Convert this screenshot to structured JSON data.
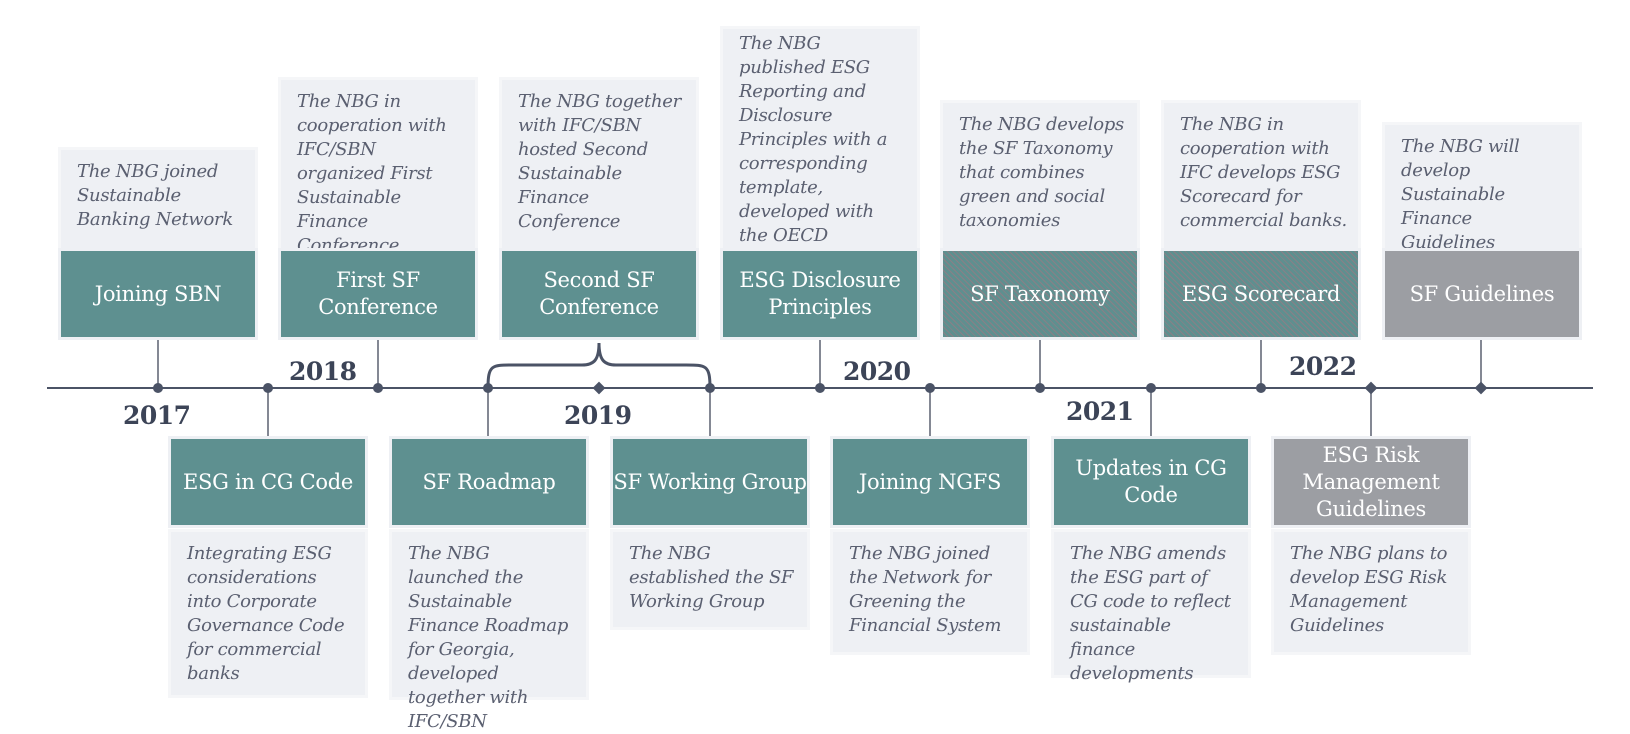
{
  "timeline": {
    "years": [
      "2017",
      "2018",
      "2019",
      "2020",
      "2021",
      "2022"
    ],
    "events": [
      {
        "title": "Joining SBN",
        "desc": "The NBG joined Sustainable Banking Network",
        "style": "teal"
      },
      {
        "title": "ESG in CG Code",
        "desc": "Integrating ESG considerations into Corporate Governance Code for commercial banks",
        "style": "teal"
      },
      {
        "title": "First SF Conference",
        "desc": "The NBG in cooperation with IFC/SBN organized First Sustainable Finance Conference",
        "style": "teal"
      },
      {
        "title": "SF Roadmap",
        "desc": "The NBG launched the Sustainable Finance Roadmap for Georgia, developed together with IFC/SBN",
        "style": "teal"
      },
      {
        "title": "Second SF Conference",
        "desc": "The NBG together with IFC/SBN hosted Second Sustainable Finance Conference",
        "style": "teal"
      },
      {
        "title": "SF Working Group",
        "desc": "The NBG established the SF Working Group",
        "style": "teal"
      },
      {
        "title": "ESG Disclosure Principles",
        "desc": "The NBG published ESG Reporting and Disclosure Principles with a corresponding template, developed with the OECD",
        "style": "teal"
      },
      {
        "title": "Joining NGFS",
        "desc": "The NBG joined the Network for Greening the Financial System",
        "style": "teal"
      },
      {
        "title": "SF Taxonomy",
        "desc": "The NBG develops the SF Taxonomy that combines green and social taxonomies",
        "style": "hatched"
      },
      {
        "title": "Updates in CG Code",
        "desc": "The NBG amends the ESG part of CG code to reflect sustainable finance developments",
        "style": "teal"
      },
      {
        "title": "ESG Scorecard",
        "desc": "The NBG in cooperation with IFC develops ESG Scorecard for commercial banks.",
        "style": "hatched"
      },
      {
        "title": "ESG Risk Management Guidelines",
        "desc": "The NBG plans to develop ESG Risk Management Guidelines",
        "style": "planned"
      },
      {
        "title": "SF Guidelines",
        "desc": "The NBG will develop Sustainable Finance Guidelines",
        "style": "planned"
      }
    ],
    "colors": {
      "completed": "#5e9090",
      "hatched_stripe": "#8a7f86",
      "planned": "#9c9ea3",
      "description_bg": "#eef0f4",
      "line": "#4b5366",
      "year_text": "#3c4457"
    }
  }
}
